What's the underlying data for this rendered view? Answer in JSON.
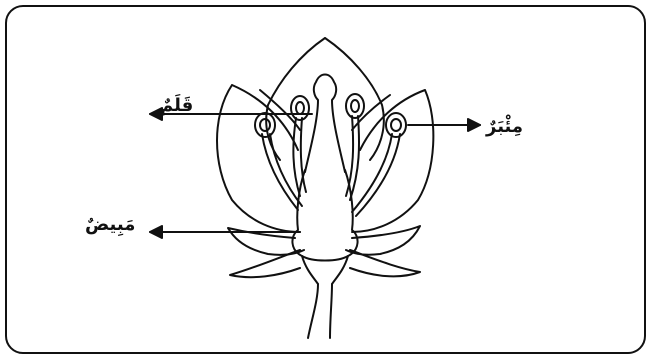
{
  "labels": {
    "style": "قَلَمٌ",
    "anther": "مِئْبَرٌ",
    "ovary": "مَبِيضٌ"
  },
  "colors": {
    "stroke": "#111111",
    "background": "#ffffff"
  }
}
